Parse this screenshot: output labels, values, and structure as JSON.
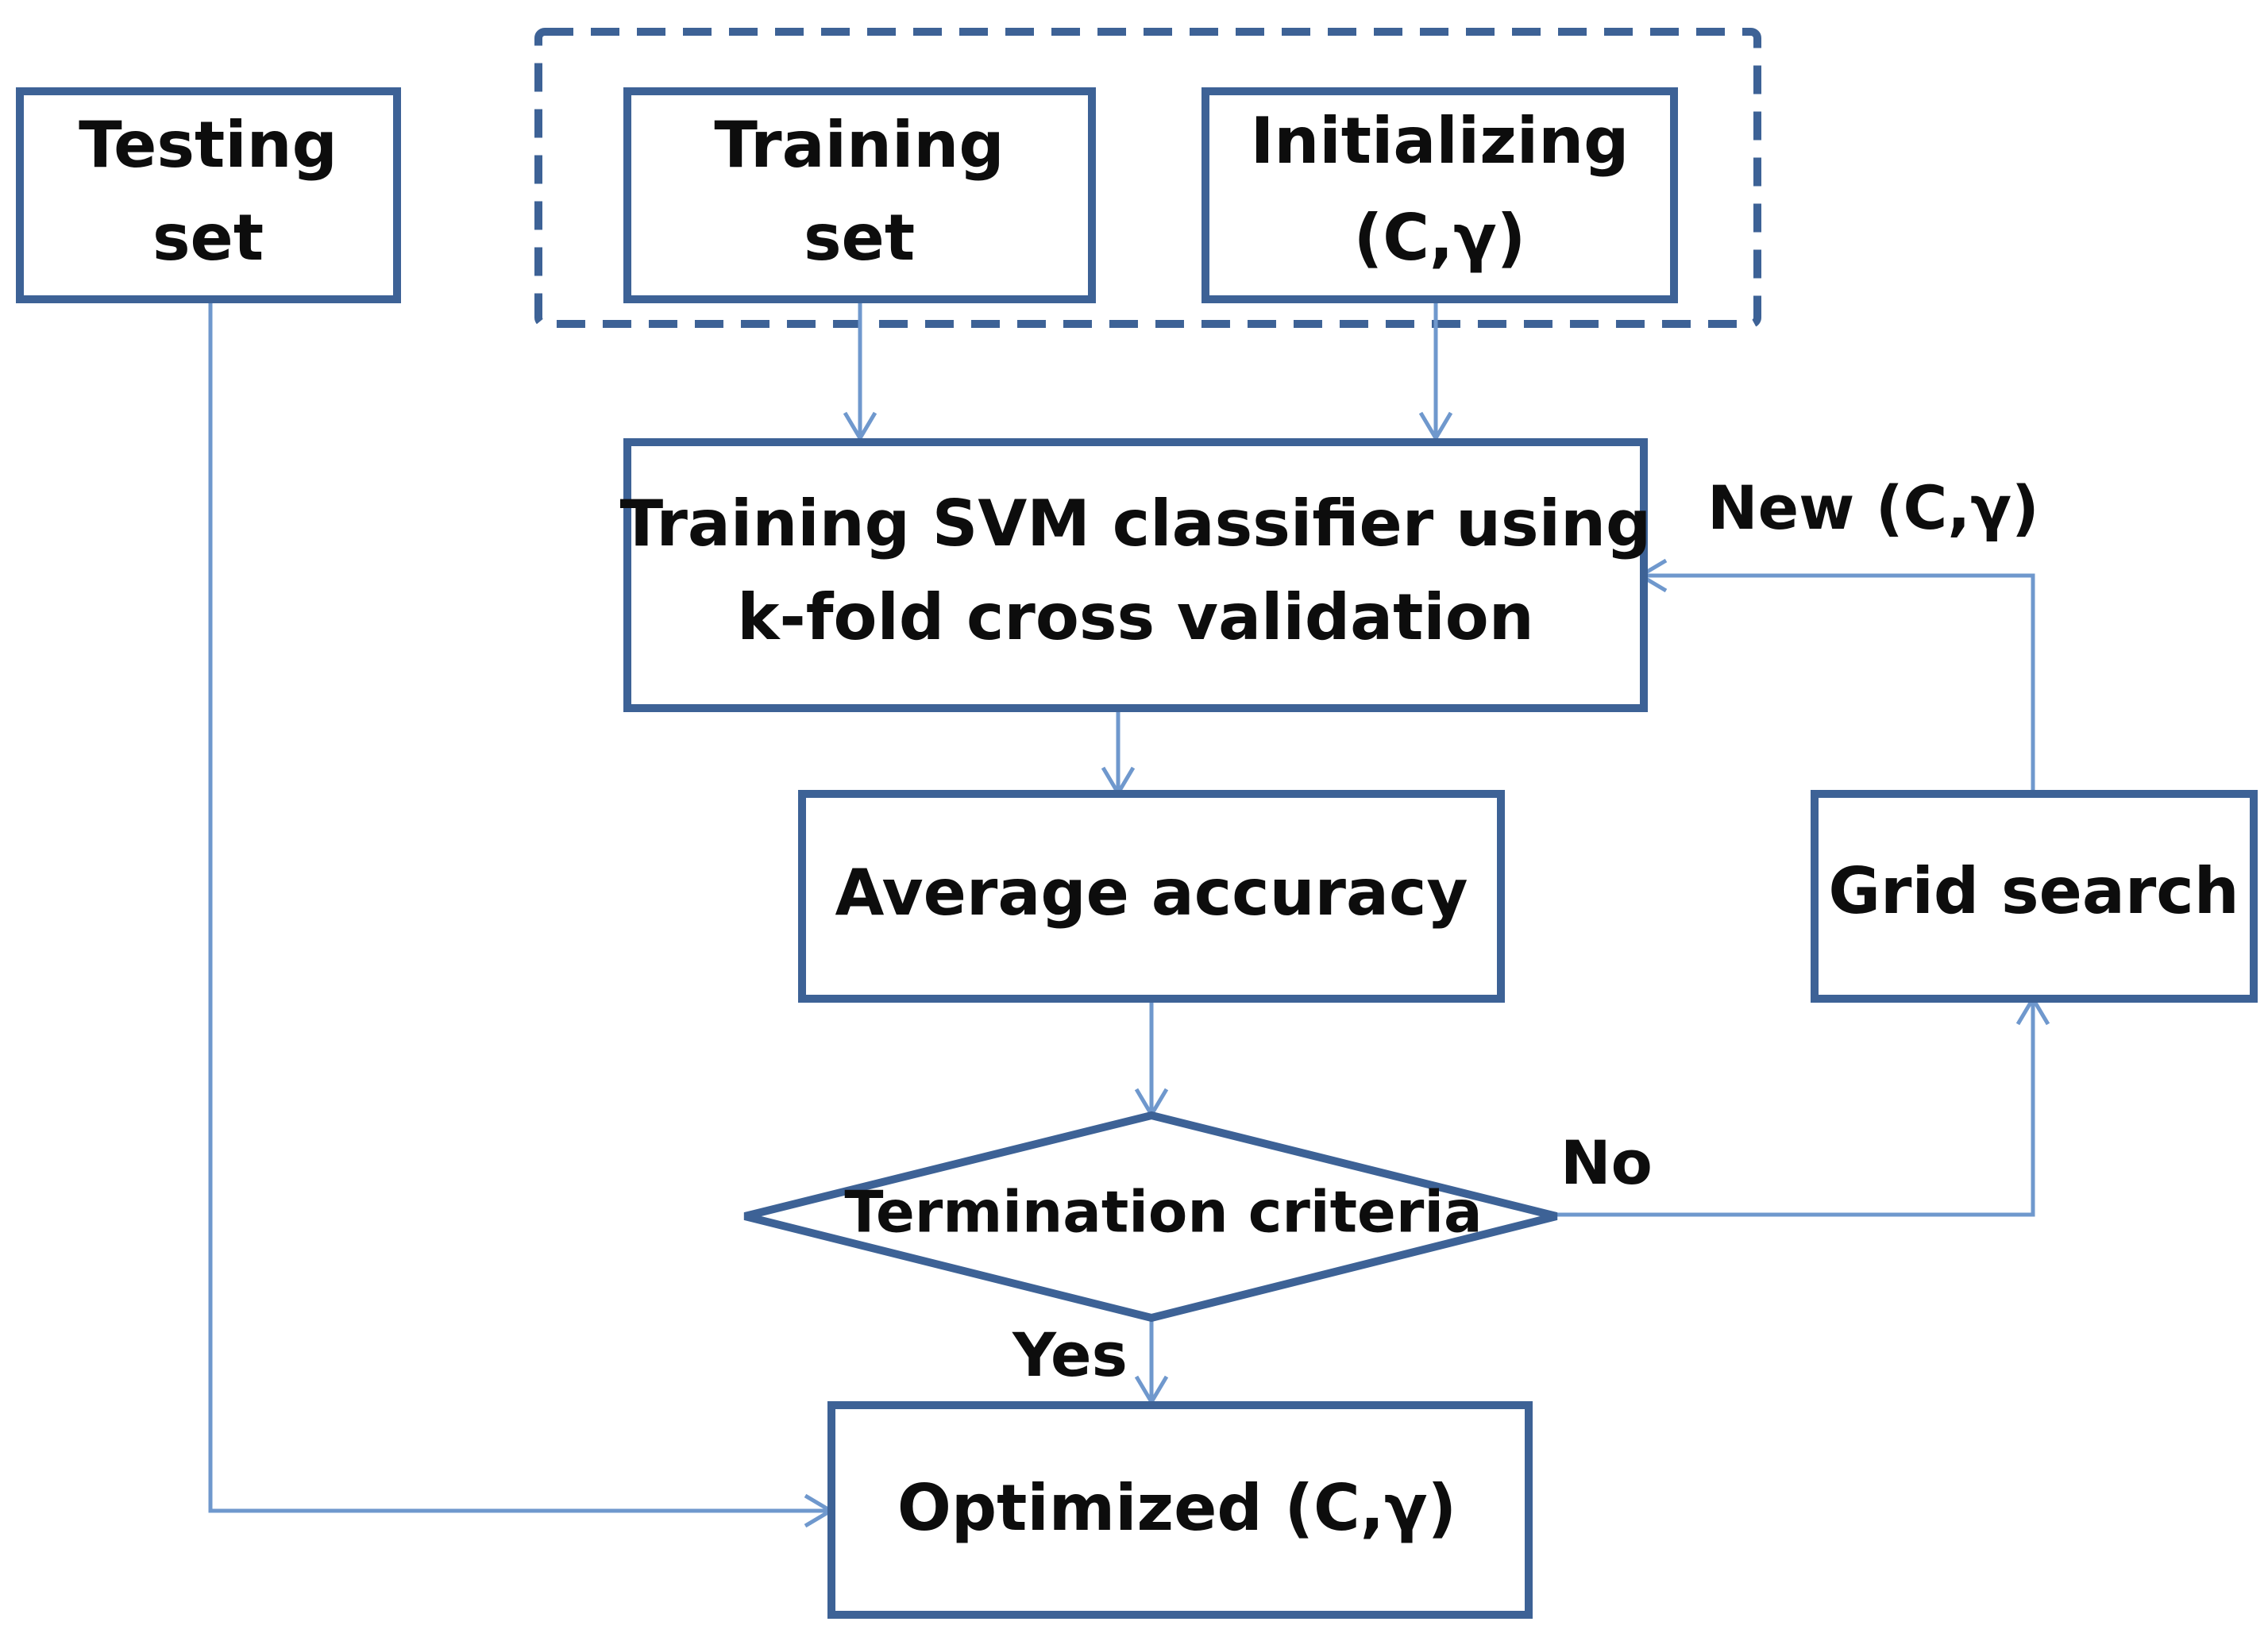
{
  "nodes": {
    "testing_set": {
      "line1": "Testing",
      "line2": "set"
    },
    "training_set": {
      "line1": "Training",
      "line2": "set"
    },
    "initializing": {
      "line1": "Initializing",
      "line2": "(C,γ)"
    },
    "training_svm": {
      "line1": "Training SVM classifier using",
      "line2": "k-fold cross validation"
    },
    "average_accuracy": {
      "label": "Average accuracy"
    },
    "grid_search": {
      "label": "Grid search"
    },
    "termination": {
      "label": "Termination criteria"
    },
    "optimized": {
      "label": "Optimized (C,γ)"
    }
  },
  "edges": {
    "new_params": "New (C,γ)",
    "no": "No",
    "yes": "Yes"
  },
  "colors": {
    "box_border": "#3d6296",
    "connector": "#6f98cd",
    "text": "#0d0d0d"
  }
}
